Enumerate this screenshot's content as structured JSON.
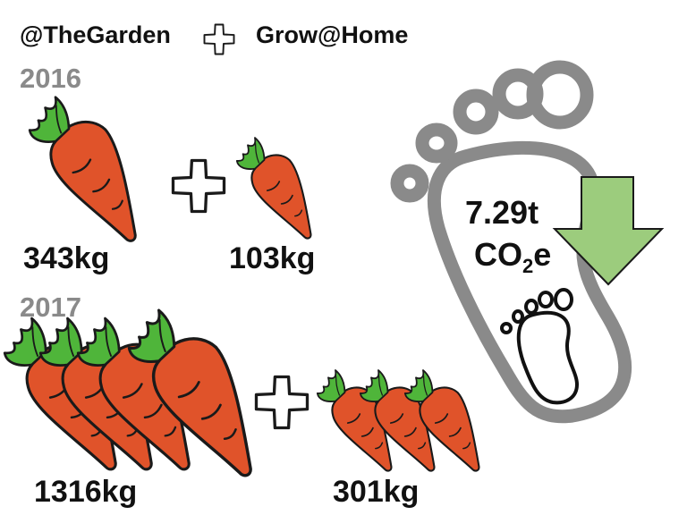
{
  "header": {
    "left_label": "@TheGarden",
    "right_label": "Grow@Home"
  },
  "year_2016": {
    "label": "2016",
    "garden_amount": "343kg",
    "home_amount": "103kg"
  },
  "year_2017": {
    "label": "2017",
    "garden_amount": "1316kg",
    "home_amount": "301kg"
  },
  "footprint": {
    "value": "7.29t",
    "unit_main": "CO",
    "unit_sub": "2",
    "unit_suffix": "e"
  },
  "colors": {
    "carrot": "#e0532a",
    "carrot_outline": "#1a1a1a",
    "leaves": "#4fb53a",
    "arrow": "#9ccc7d",
    "footprint": "#8a8a8a",
    "year_text": "#8a8a8a"
  },
  "icons": [
    "plus-icon",
    "carrot-icon",
    "footprint-icon",
    "down-arrow-icon",
    "small-footprint-icon"
  ]
}
